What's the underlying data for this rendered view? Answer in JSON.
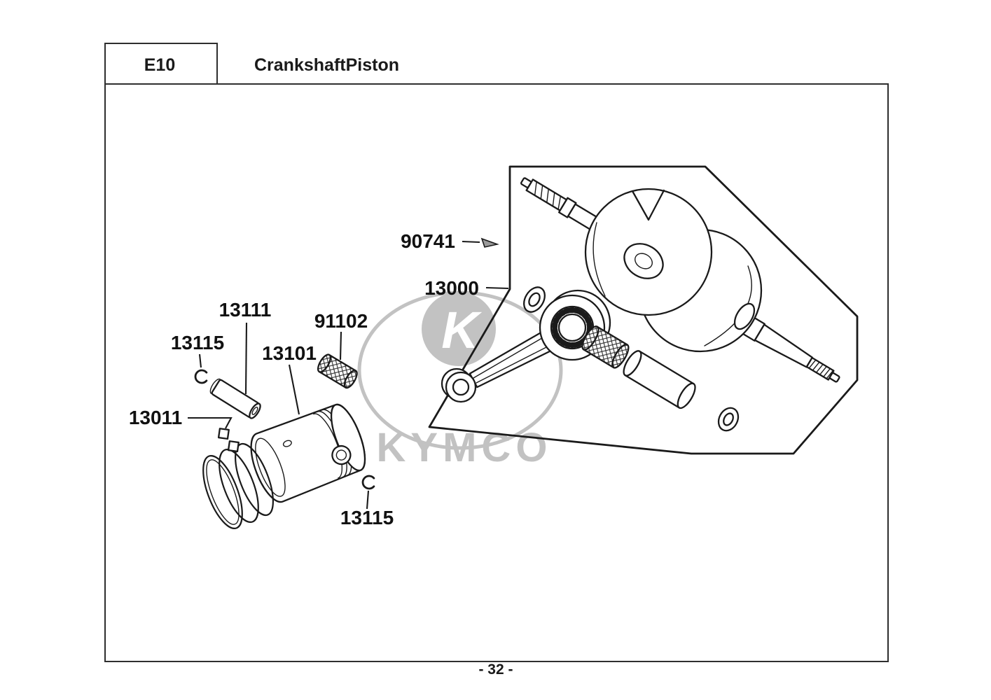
{
  "header": {
    "code": "E10",
    "title": "CrankshaftPiston"
  },
  "watermark": {
    "emblem": "K",
    "brand": "KYMCO"
  },
  "footer": {
    "page": "- 32 -"
  },
  "part_labels": [
    {
      "number": "13111"
    },
    {
      "number": "91102"
    },
    {
      "number": "13115"
    },
    {
      "number": "13101"
    },
    {
      "number": "13011"
    },
    {
      "number": "90741"
    },
    {
      "number": "13000"
    },
    {
      "number": "13115"
    }
  ],
  "colors": {
    "line": "#1a1a1a",
    "watermark_gray": "#c2c2c2"
  }
}
